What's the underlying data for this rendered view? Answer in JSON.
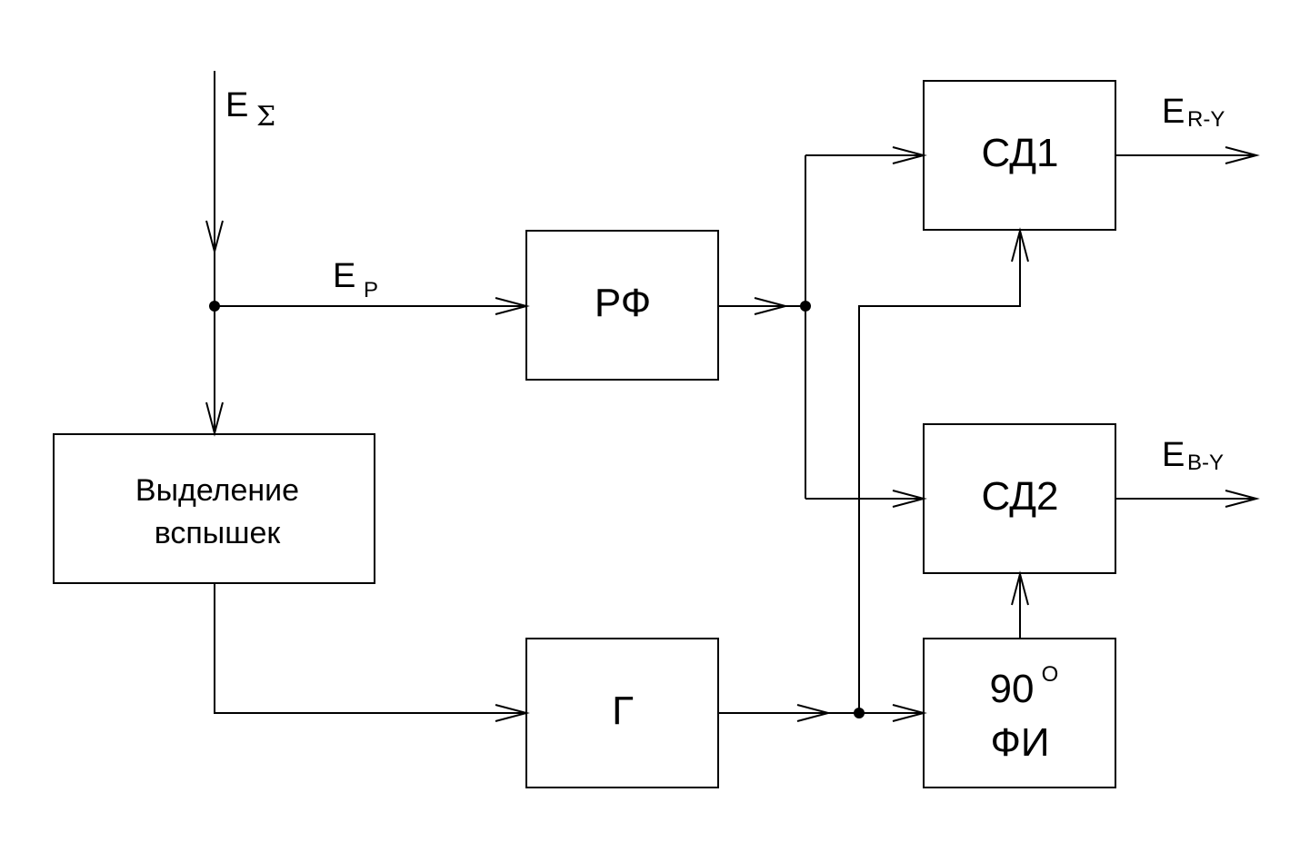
{
  "blocks": {
    "burst_selector": {
      "line1": "Выделение",
      "line2": "вспышек"
    },
    "bandpass_filter": "РФ",
    "generator": "Г",
    "demod1": "СД1",
    "demod2": "СД2",
    "phase_shifter": {
      "line1": "90",
      "degree": "O",
      "line2": "ФИ"
    }
  },
  "signals": {
    "input": {
      "base": "E",
      "sub": "Σ"
    },
    "chroma": {
      "base": "E",
      "sub": "P"
    },
    "out_ry": {
      "base": "E",
      "sub": "R-Y"
    },
    "out_by": {
      "base": "E",
      "sub": "B-Y"
    }
  }
}
